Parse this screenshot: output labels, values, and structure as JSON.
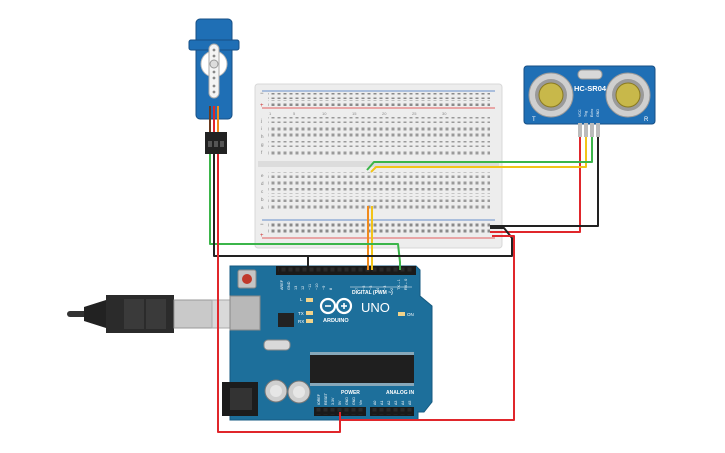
{
  "sensor": {
    "model": "HC-SR04",
    "left_mark": "T",
    "right_mark": "R",
    "pins": [
      "VCC",
      "Trig",
      "Echo",
      "GND"
    ]
  },
  "breadboard": {
    "rail_minus": "−",
    "rail_plus": "+",
    "row_letters_top": [
      "j",
      "i",
      "h",
      "g",
      "f"
    ],
    "row_letters_bottom": [
      "e",
      "d",
      "c",
      "b",
      "a"
    ],
    "column_numbers": [
      "1",
      "5",
      "10",
      "15",
      "20",
      "25",
      "30"
    ]
  },
  "arduino": {
    "brand": "ARDUINO",
    "model": "UNO",
    "digital_label": "DIGITAL (PWM ~)",
    "power_label": "POWER",
    "analog_label": "ANALOG IN",
    "aref_label": "AREF",
    "gnd_label": "GND",
    "led_l": "L",
    "led_tx": "TX",
    "led_rx": "RX",
    "on_label": "ON",
    "digital_pins": [
      "13",
      "12",
      "~11",
      "~10",
      "~9",
      "8",
      "7",
      "~6",
      "~5",
      "4",
      "~3",
      "2",
      "TX→1",
      "RX←0"
    ],
    "power_pins": [
      "IOREF",
      "RESET",
      "3.3V",
      "5V",
      "GND",
      "GND",
      "Vin"
    ],
    "analog_pins": [
      "A0",
      "A1",
      "A2",
      "A3",
      "A4",
      "A5"
    ]
  },
  "wire_colors": {
    "red": "#e0262b",
    "black": "#222222",
    "green": "#3bb54a",
    "yellow": "#f2c418",
    "orange": "#f08a1c"
  }
}
